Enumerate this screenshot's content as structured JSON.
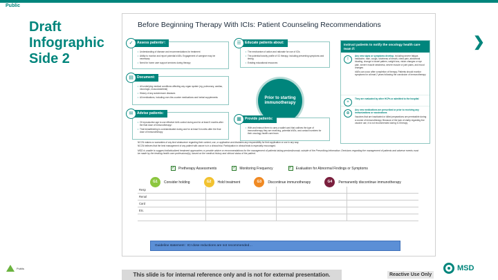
{
  "header": {
    "public_label": "Public"
  },
  "side_title": {
    "line1": "Draft",
    "line2": "Infographic",
    "line3": "Side 2"
  },
  "infographic": {
    "title": "Before Beginning Therapy With ICIs: Patient Counseling Recommendations",
    "center_label": "Prior to starting immunotherapy",
    "assess": {
      "heading": "Assess patients¹:",
      "items": [
        "Understanding of disease and recommendations for treatment",
        "Ability to monitor and report potential irAEs. Engagement of caregiver may be necessary",
        "Need for home care support services during therapy"
      ]
    },
    "document": {
      "heading": "Document:",
      "items": [
        "All underlying medical conditions affecting any organ system (eg, pulmonary, cardiac, neurologic, musculoskeletal)",
        "History of any autoimmune diseases",
        "All medications, including over-the-counter medications and herbal supplements"
      ]
    },
    "advise": {
      "heading": "Advise patients:",
      "items": [
        "Of reproductive age to use effective birth control during and for at least 5 months after the final dose of immunotherapy²",
        "That breastfeeding is contraindicated during and for at least 5 months after the final dose of immunotherapy"
      ]
    },
    "educate": {
      "heading": "Educate patients about:",
      "items": [
        "The mechanism of action and rationale for use of ICIs",
        "The potential toxicity profile of ICI therapy, including presenting symptoms and timing",
        "Existing educational resources"
      ]
    },
    "provide": {
      "heading": "Provide patients:",
      "items": [
        "With and instruct them to carry a wallet card that outlines the type of immunotherapy they are receiving, potential irAEs, and contact numbers for their oncology health care team"
      ]
    },
    "instruct": {
      "heading": "Instruct patients to notify the oncology health care team if:",
      "row1_hl": "Any new signs or symptoms develop",
      "row1": ", including severe fatigue, headache, rash, cough, shortness of breath, chest pain, abdominal bloating, change in bowel pattern, weight loss, vision changes or eye pain, severe muscle weakness, severe muscle or joint pains, and mood changes",
      "row1b": "irAEs can occur after completion of therapy. Patients should monitor symptoms for at least 2 years following the conclusion of immunotherapy",
      "row2_hl": "They are evaluated by other HCPs or admitted to the hospital",
      "row3_hl": "Any new medications are prescribed or prior to receiving any immunizations or vaccinations",
      "row3": "Vaccines that are inactivated or killed preparations are permissible during a course of immunotherapy. Because of the lack of clarity regarding live vaccine use, it is not recommended during ICI therapy"
    },
    "footnotes": [
      "NCCN makes no warranties of any kind whatsoever regarding their content, use, or application and disclaims any responsibility for their application or use in any way.",
      "NCCN believes that the best management of any patient with cancer is in a clinical trial. Participation in clinical trials is especially encouraged."
    ],
    "msd_note": "MSD is unable to suggest individualized treatment approaches or provide advice or recommendations for the management of patients taking pembrolizumab, outside of the Prescribing Information. Decisions regarding the management of patients and adverse events must be made by the treating health care professional(s), based on the medical history and clinical status of the patient."
  },
  "checklist": [
    {
      "label": "Pretherapy Assessments",
      "checked": true
    },
    {
      "label": "Monitoring Frequency",
      "checked": true
    },
    {
      "label": "Evaluation for Abnormal Findings or Symptoms",
      "checked": true
    }
  ],
  "grades": [
    {
      "num": "G1",
      "label": "Consider holding",
      "color": "#8cc63f"
    },
    {
      "num": "G2",
      "label": "Hold treatment",
      "color": "#f2c230"
    },
    {
      "num": "G3",
      "label": "Discontinue immunotherapy",
      "color": "#f08a24"
    },
    {
      "num": "G4",
      "label": "Permanently discontinue immunotherapy",
      "color": "#7a1f3d"
    }
  ],
  "grid_rows": [
    "Resp",
    "Renal",
    "Card",
    "Etc."
  ],
  "guideline": "Guideline statement : ICI dose reductions are not recommended…",
  "footer": {
    "publisher": "Publis",
    "disclaimer": "This slide is for internal reference only and is not for external presentation.",
    "reactive": "Reactive Use Only",
    "brand": "MSD"
  }
}
